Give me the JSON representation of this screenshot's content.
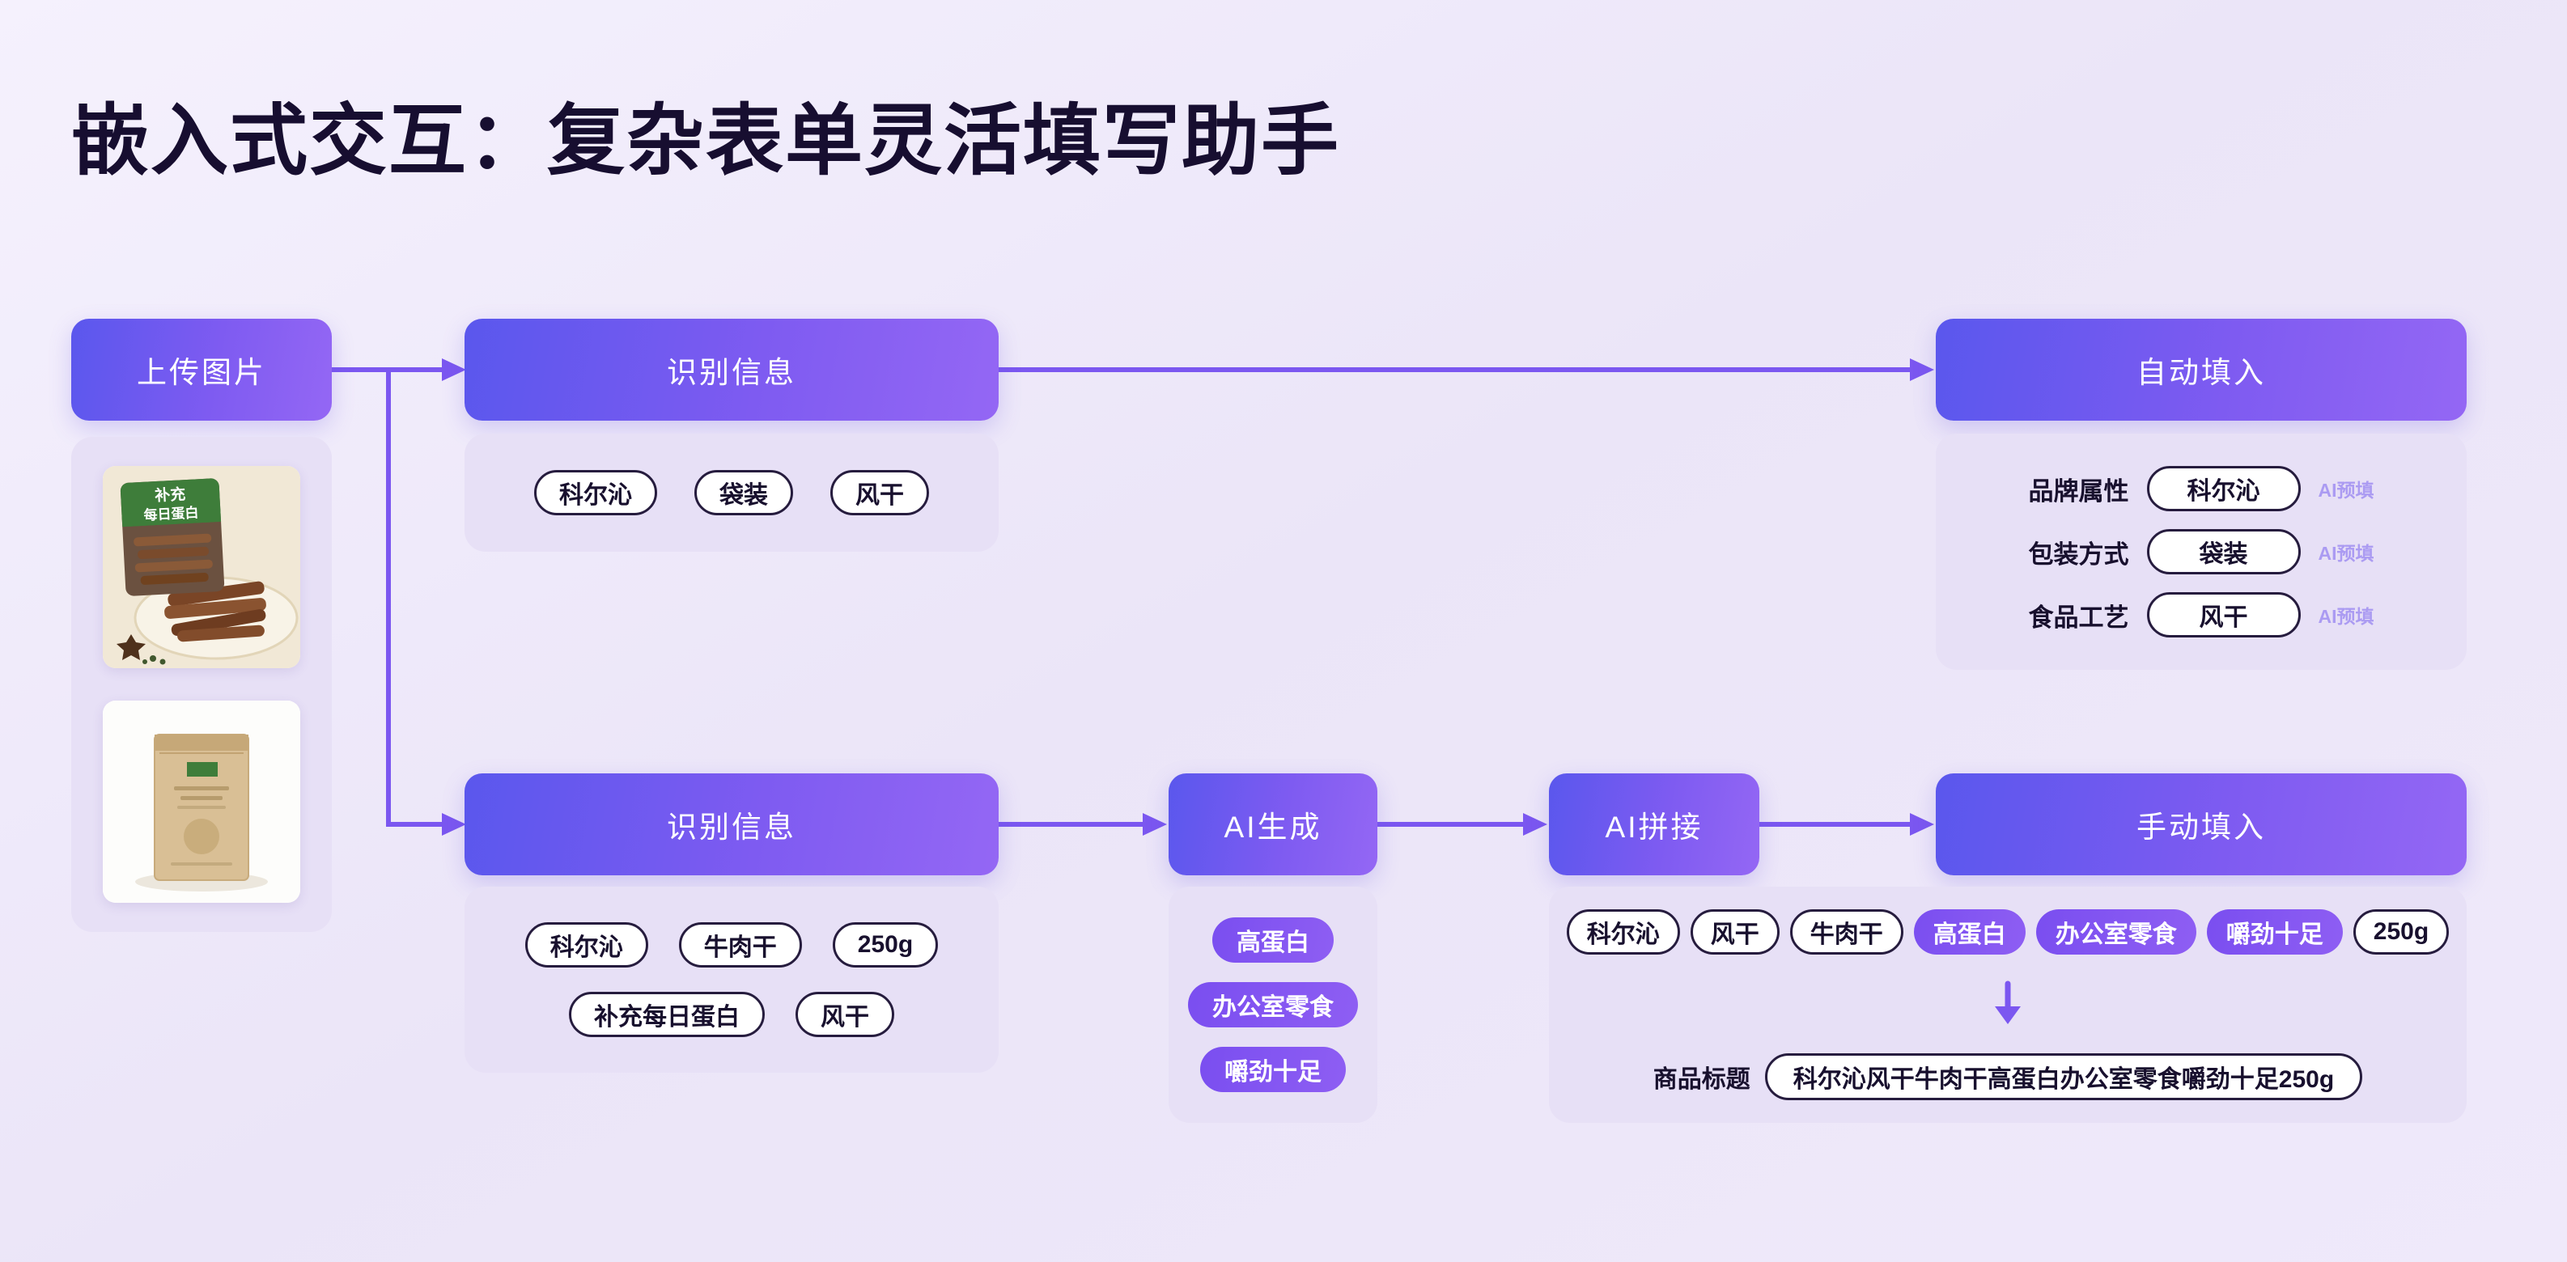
{
  "page": {
    "title": "嵌入式交互：复杂表单灵活填写助手"
  },
  "flow": {
    "upload": {
      "label": "上传图片"
    },
    "recognize_top": {
      "label": "识别信息",
      "tags": [
        "科尔沁",
        "袋装",
        "风干"
      ]
    },
    "autofill": {
      "label": "自动填入",
      "fields": [
        {
          "label": "品牌属性",
          "value": "科尔沁",
          "badge": "AI预填"
        },
        {
          "label": "包装方式",
          "value": "袋装",
          "badge": "AI预填"
        },
        {
          "label": "食品工艺",
          "value": "风干",
          "badge": "AI预填"
        }
      ]
    },
    "recognize_bottom": {
      "label": "识别信息",
      "row1": [
        "科尔沁",
        "牛肉干",
        "250g"
      ],
      "row2": [
        "补充每日蛋白",
        "风干"
      ]
    },
    "ai_generate": {
      "label": "AI生成",
      "tags": [
        "高蛋白",
        "办公室零食",
        "嚼劲十足"
      ]
    },
    "ai_splice": {
      "label": "AI拼接"
    },
    "manual_fill": {
      "label": "手动填入",
      "tags": [
        {
          "text": "科尔沁",
          "style": "outline"
        },
        {
          "text": "风干",
          "style": "outline"
        },
        {
          "text": "牛肉干",
          "style": "outline"
        },
        {
          "text": "高蛋白",
          "style": "solid"
        },
        {
          "text": "办公室零食",
          "style": "solid"
        },
        {
          "text": "嚼劲十足",
          "style": "solid"
        },
        {
          "text": "250g",
          "style": "outline"
        }
      ],
      "result_label": "商品标题",
      "result_value": "科尔沁风干牛肉干高蛋白办公室零食嚼劲十足250g"
    },
    "images": {
      "photo1_badge_line1": "补充",
      "photo1_badge_line2": "每日蛋白"
    }
  },
  "colors": {
    "accent_purple": "#7b57f0",
    "button_gradient_start": "#5a57ed",
    "button_gradient_end": "#9467f4",
    "panel_background": "#e7e0f6",
    "solid_tag": "#7d52f1",
    "title_text": "#170e30",
    "ai_prefill_badge": "#ab9bf2"
  }
}
